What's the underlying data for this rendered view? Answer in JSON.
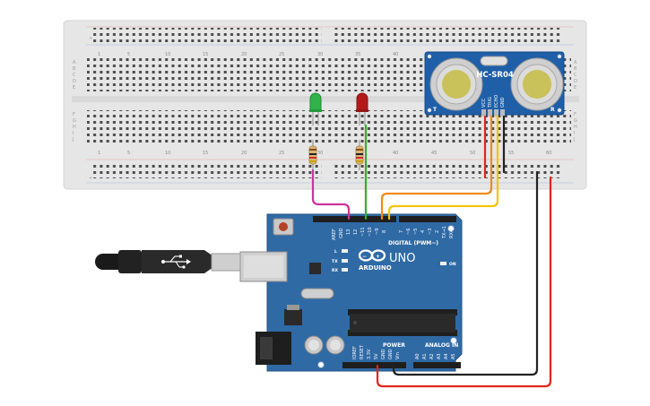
{
  "breadboard": {
    "column_numbers": [
      "1",
      "5",
      "10",
      "15",
      "20",
      "25",
      "30",
      "35",
      "40",
      "45",
      "50",
      "55",
      "60"
    ],
    "row_letters_top": [
      "A",
      "B",
      "C",
      "D",
      "E"
    ],
    "row_letters_bottom": [
      "F",
      "G",
      "H",
      "I",
      "J"
    ]
  },
  "sensor": {
    "model": "HC-SR04",
    "pins": [
      "VCC",
      "TRIG",
      "ECHO",
      "GND"
    ],
    "corner_left": "T",
    "corner_right": "R"
  },
  "arduino": {
    "top_labels": [
      "AREF",
      "GND",
      "13",
      "12",
      "~11",
      "~10",
      "~9",
      "8",
      "7",
      "~6",
      "~5",
      "4",
      "~3",
      "2",
      "TX→1",
      "RX←0"
    ],
    "digital_label": "DIGITAL (PWM~)",
    "brand": "ARDUINO",
    "model": "UNO",
    "on_label": "ON",
    "l_label": "L",
    "tx_label": "TX",
    "rx_label": "RX",
    "power_label": "POWER",
    "analog_label": "ANALOG IN",
    "power_pins": [
      "IOREF",
      "RESET",
      "3.3V",
      "5V",
      "GND",
      "GND",
      "Vin"
    ],
    "analog_pins": [
      "A0",
      "A1",
      "A2",
      "A3",
      "A4",
      "A5"
    ]
  },
  "colors": {
    "breadboard": "#e6e6e6",
    "arduino": "#2f6aa5",
    "sensor": "#1f5fa8",
    "wire_red": "#e0261c",
    "wire_black": "#222222",
    "wire_orange": "#f08a18",
    "wire_yellow": "#f2c500",
    "wire_green": "#3aaa35",
    "wire_magenta": "#cc3399",
    "led_green": "#2fb34a",
    "led_red": "#b31b1b"
  },
  "icons": [
    "usb-symbol-icon",
    "arduino-infinity-logo"
  ]
}
